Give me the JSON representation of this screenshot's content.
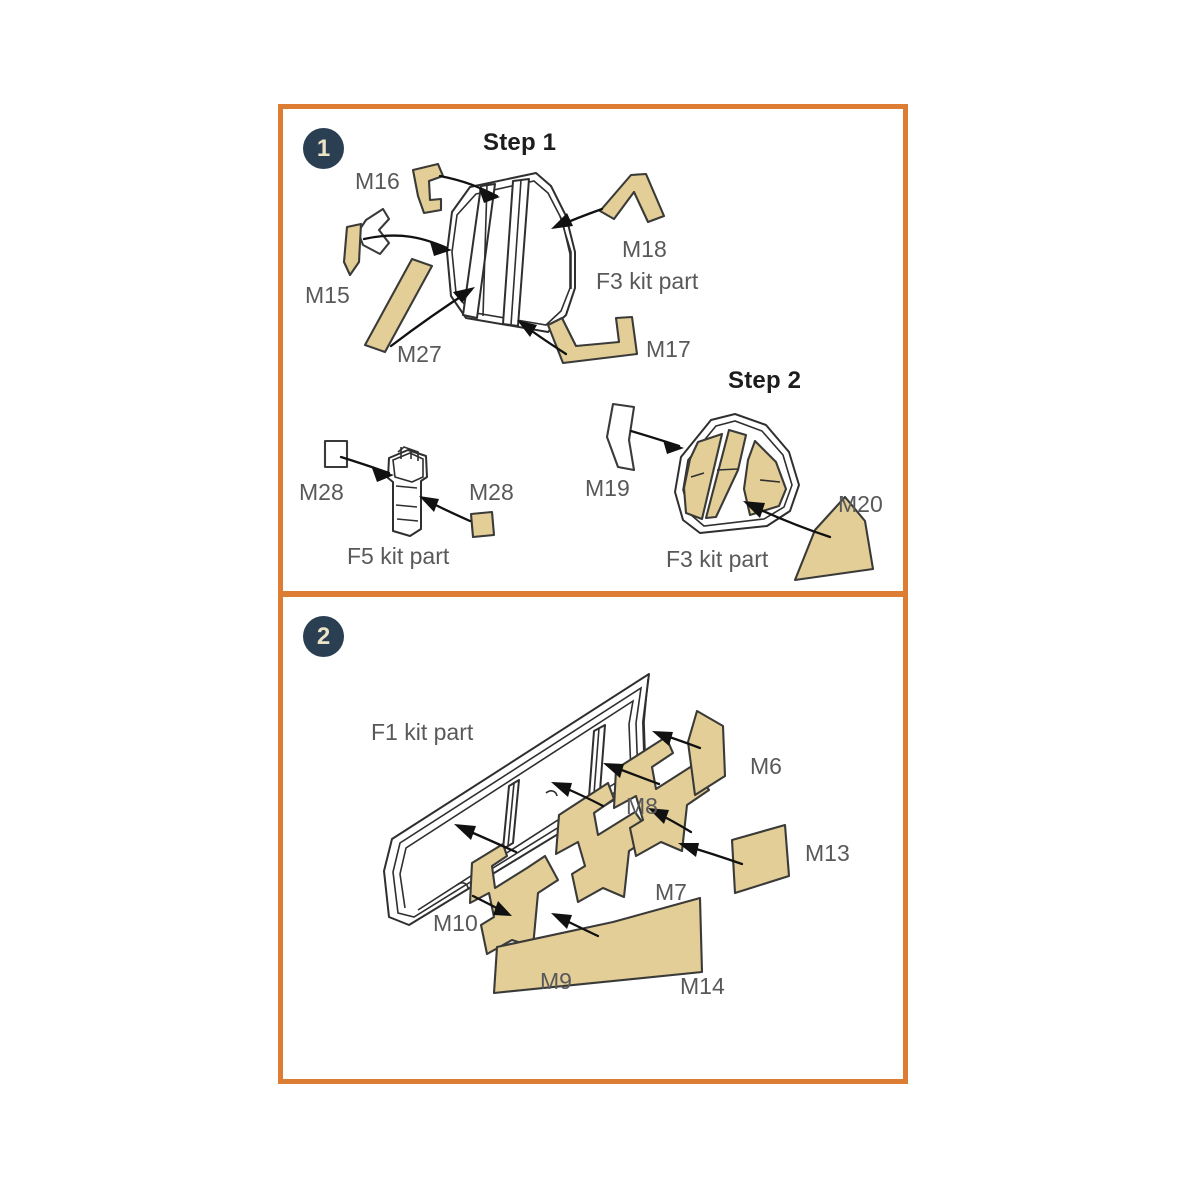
{
  "document": {
    "type": "model-kit-masking-instructions",
    "background_color": "#ffffff",
    "panel_border_color": "#DD7D33",
    "mask_fill_color": "#E2CE96",
    "badge_color": "#2B3F52",
    "badge_text_color": "#EDE4C8",
    "label_color": "#59595B",
    "title_color": "#1d1d1d"
  },
  "panels": [
    {
      "number": "1",
      "steps": [
        {
          "title": "Step 1",
          "kit_part_labels": [
            "F3 kit part",
            "F5 kit part"
          ],
          "mask_labels": [
            "M16",
            "M15",
            "M27",
            "M18",
            "M17",
            "M28",
            "M28"
          ]
        },
        {
          "title": "Step 2",
          "kit_part_labels": [
            "F3 kit part"
          ],
          "mask_labels": [
            "M19",
            "M20"
          ]
        }
      ]
    },
    {
      "number": "2",
      "steps": [
        {
          "title": "",
          "kit_part_labels": [
            "F1 kit part"
          ],
          "mask_labels": [
            "M6",
            "M8",
            "M13",
            "M7",
            "M10",
            "M9",
            "M14"
          ]
        }
      ]
    }
  ],
  "labels": {
    "step1": "Step 1",
    "step2": "Step 2",
    "badge1": "1",
    "badge2": "2",
    "m16": "M16",
    "m15": "M15",
    "m27": "M27",
    "m18": "M18",
    "m17": "M17",
    "f3_kit_part_step1": "F3 kit part",
    "m28_left": "M28",
    "m28_right": "M28",
    "f5_kit_part": "F5 kit part",
    "m19": "M19",
    "m20": "M20",
    "f3_kit_part_step2": "F3 kit part",
    "f1_kit_part": "F1 kit part",
    "m6": "M6",
    "m8": "M8",
    "m13": "M13",
    "m7": "M7",
    "m10": "M10",
    "m9": "M9",
    "m14": "M14"
  }
}
